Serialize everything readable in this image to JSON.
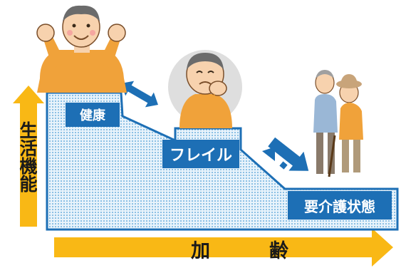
{
  "axis": {
    "y_label": "生活機能",
    "x_label": "加　齢"
  },
  "stages": {
    "healthy": "健康",
    "frailty": "フレイル",
    "care_needed": "要介護状態"
  },
  "colors": {
    "arrow": "#f9b815",
    "box": "#1d6fb5",
    "fill_dots": "#5aa7d9",
    "fill_bg": "#e6f2fa"
  },
  "illustrations": [
    "healthy-elderly-man-cheering",
    "worried-elderly-man",
    "elderly-couple-with-cane"
  ]
}
